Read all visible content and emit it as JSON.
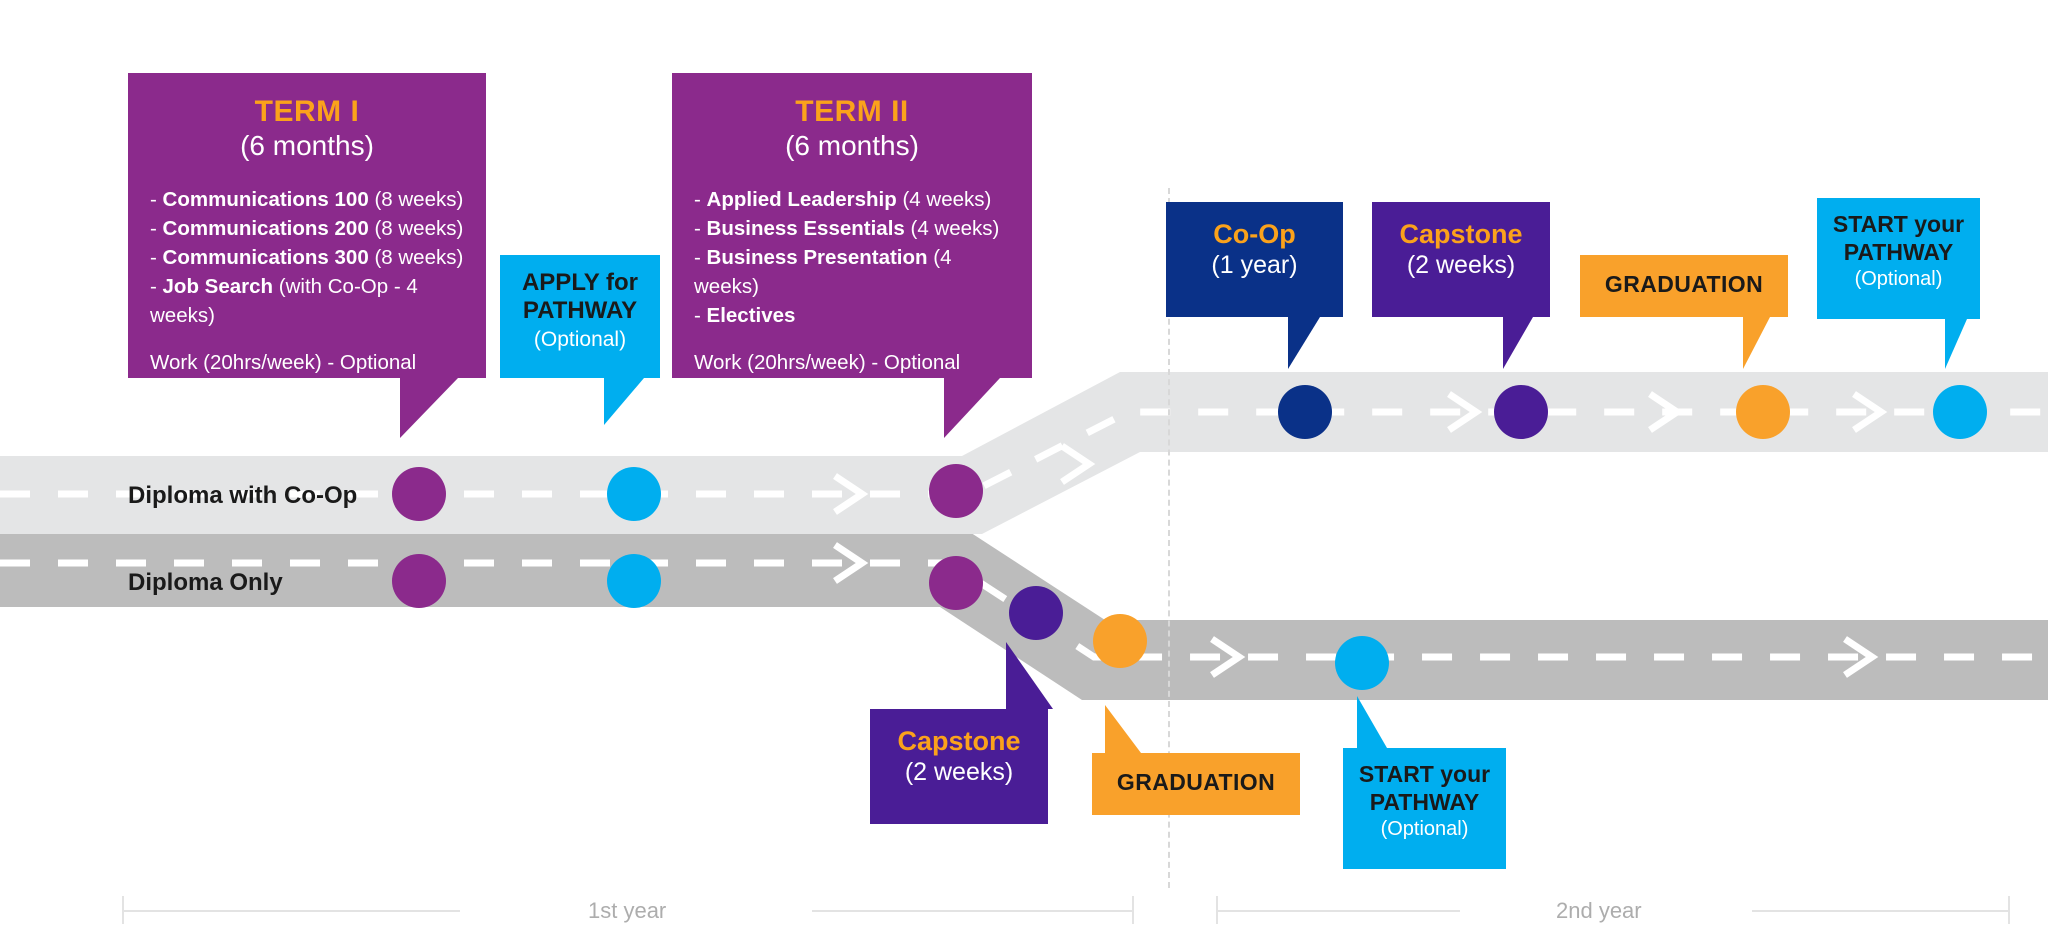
{
  "diagram": {
    "title": "Diploma pathway roadmap",
    "colors": {
      "purple": "#8B2A8C",
      "violet": "#4A1D96",
      "navy": "#0A3188",
      "cyan": "#00AEEF",
      "orange": "#F9A12B",
      "title_orange": "#FBA21B",
      "road_light": "#E4E5E6",
      "road_dark": "#BCBCBC",
      "dash_white": "#FFFFFF"
    }
  },
  "terms": [
    {
      "id": "term-1",
      "title": "TERM I",
      "duration": "(6 months)",
      "courses": [
        {
          "name": "Communications 100",
          "detail": "(8 weeks)"
        },
        {
          "name": "Communications 200",
          "detail": "(8 weeks)"
        },
        {
          "name": "Communications 300",
          "detail": "(8 weeks)"
        },
        {
          "name": "Job Search",
          "detail": "(with Co-Op - 4 weeks)"
        }
      ],
      "work_label": "Work",
      "work_detail": "(20hrs/week) - Optional"
    },
    {
      "id": "term-2",
      "title": "TERM II",
      "duration": "(6 months)",
      "courses": [
        {
          "name": "Applied Leadership",
          "detail": "(4 weeks)"
        },
        {
          "name": "Business Essentials",
          "detail": "(4 weeks)"
        },
        {
          "name": "Business Presentation",
          "detail": "(4 weeks)"
        },
        {
          "name": "Electives",
          "detail": ""
        }
      ],
      "work_label": "Work",
      "work_detail": "(20hrs/week) - Optional"
    }
  ],
  "callouts": {
    "apply_pathway": {
      "line1": "APPLY for",
      "line2": "PATHWAY",
      "optional": "(Optional)"
    },
    "coop": {
      "title": "Co-Op",
      "sub": "(1 year)"
    },
    "capstone_top": {
      "title": "Capstone",
      "sub": "(2 weeks)"
    },
    "graduation_top": {
      "title": "GRADUATION"
    },
    "start_pathway_top": {
      "line1": "START your",
      "line2": "PATHWAY",
      "optional": "(Optional)"
    },
    "capstone_bottom": {
      "title": "Capstone",
      "sub": "(2 weeks)"
    },
    "graduation_bottom": {
      "title": "GRADUATION"
    },
    "start_pathway_bottom": {
      "line1": "START your",
      "line2": "PATHWAY",
      "optional": "(Optional)"
    }
  },
  "roads": [
    {
      "id": "road-coop",
      "label": "Diploma with Co-Op"
    },
    {
      "id": "road-diploma-only",
      "label": "Diploma Only"
    }
  ],
  "axis": {
    "year1": "1st year",
    "year2": "2nd year"
  },
  "milestones": {
    "coop_road": [
      {
        "name": "term-1-start",
        "color": "#8B2A8C"
      },
      {
        "name": "apply-pathway",
        "color": "#00AEEF"
      },
      {
        "name": "term-2",
        "color": "#8B2A8C"
      },
      {
        "name": "co-op",
        "color": "#0A3188"
      },
      {
        "name": "capstone",
        "color": "#4A1D96"
      },
      {
        "name": "graduation",
        "color": "#F9A12B"
      },
      {
        "name": "start-pathway",
        "color": "#00AEEF"
      }
    ],
    "diploma_only_road": [
      {
        "name": "term-1-start",
        "color": "#8B2A8C"
      },
      {
        "name": "apply-pathway",
        "color": "#00AEEF"
      },
      {
        "name": "term-2",
        "color": "#8B2A8C"
      },
      {
        "name": "capstone",
        "color": "#4A1D96"
      },
      {
        "name": "graduation",
        "color": "#F9A12B"
      },
      {
        "name": "start-pathway",
        "color": "#00AEEF"
      }
    ]
  }
}
